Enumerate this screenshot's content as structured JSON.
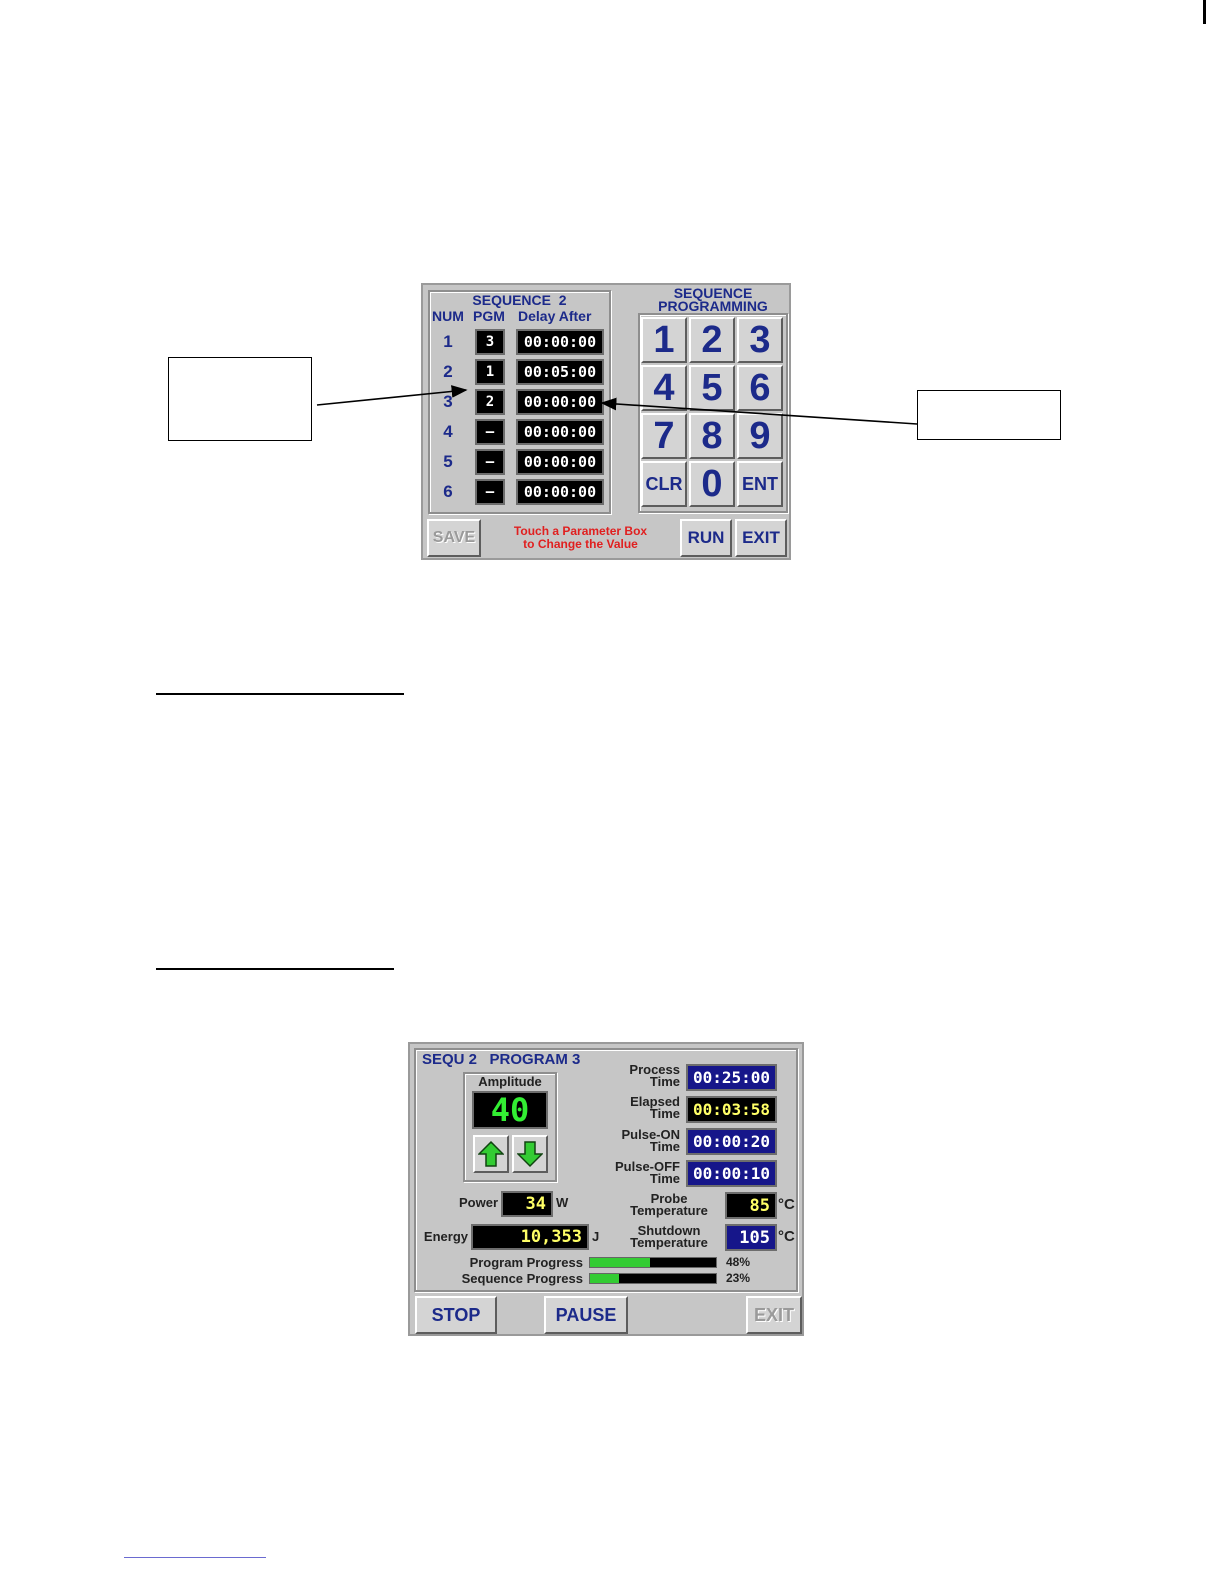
{
  "sequence_screen": {
    "title": "SEQUENCE  2",
    "headers": {
      "num": "NUM",
      "pgm": "PGM",
      "delay": "Delay After"
    },
    "rows": [
      {
        "num": "1",
        "pgm": "3",
        "delay": "00:00:00"
      },
      {
        "num": "2",
        "pgm": "1",
        "delay": "00:05:00"
      },
      {
        "num": "3",
        "pgm": "2",
        "delay": "00:00:00"
      },
      {
        "num": "4",
        "pgm": "–",
        "delay": "00:00:00"
      },
      {
        "num": "5",
        "pgm": "–",
        "delay": "00:00:00"
      },
      {
        "num": "6",
        "pgm": "–",
        "delay": "00:00:00"
      }
    ],
    "keypad_title_line1": "SEQUENCE",
    "keypad_title_line2": "PROGRAMMING",
    "keys": [
      "1",
      "2",
      "3",
      "4",
      "5",
      "6",
      "7",
      "8",
      "9",
      "CLR",
      "0",
      "ENT"
    ],
    "save_label": "SAVE",
    "hint_line1": "Touch a Parameter Box",
    "hint_line2": "to Change the Value",
    "run_label": "RUN",
    "exit_label": "EXIT"
  },
  "run_screen": {
    "title": "SEQU 2   PROGRAM 3",
    "amplitude_label": "Amplitude",
    "amplitude_value": "40",
    "power_label": "Power",
    "power_value": "34",
    "power_unit": "W",
    "energy_label": "Energy",
    "energy_value": "10,353",
    "energy_unit": "J",
    "process_time_l1": "Process",
    "process_time_l2": "Time",
    "process_time": "00:25:00",
    "elapsed_time_l1": "Elapsed",
    "elapsed_time_l2": "Time",
    "elapsed_time": "00:03:58",
    "pulse_on_l1": "Pulse-ON",
    "pulse_on_l2": "Time",
    "pulse_on": "00:00:20",
    "pulse_off_l1": "Pulse-OFF",
    "pulse_off_l2": "Time",
    "pulse_off": "00:00:10",
    "probe_temp_l1": "Probe",
    "probe_temp_l2": "Temperature",
    "probe_temp": "85",
    "shutdown_temp_l1": "Shutdown",
    "shutdown_temp_l2": "Temperature",
    "shutdown_temp": "105",
    "temp_unit": "°C",
    "program_progress_label": "Program Progress",
    "program_progress_text": "48%",
    "program_progress": 0.48,
    "sequence_progress_label": "Sequence Progress",
    "sequence_progress_text": "23%",
    "sequence_progress": 0.23,
    "stop_label": "STOP",
    "pause_label": "PAUSE",
    "exit_label": "EXIT"
  },
  "colors": {
    "accent_navy": "#16168a",
    "label_blue": "#1c2a8a",
    "progress_green": "#33cc33",
    "hint_red": "#e02020"
  },
  "icons": {
    "up": "green-up-arrow-icon",
    "down": "green-down-arrow-icon"
  }
}
